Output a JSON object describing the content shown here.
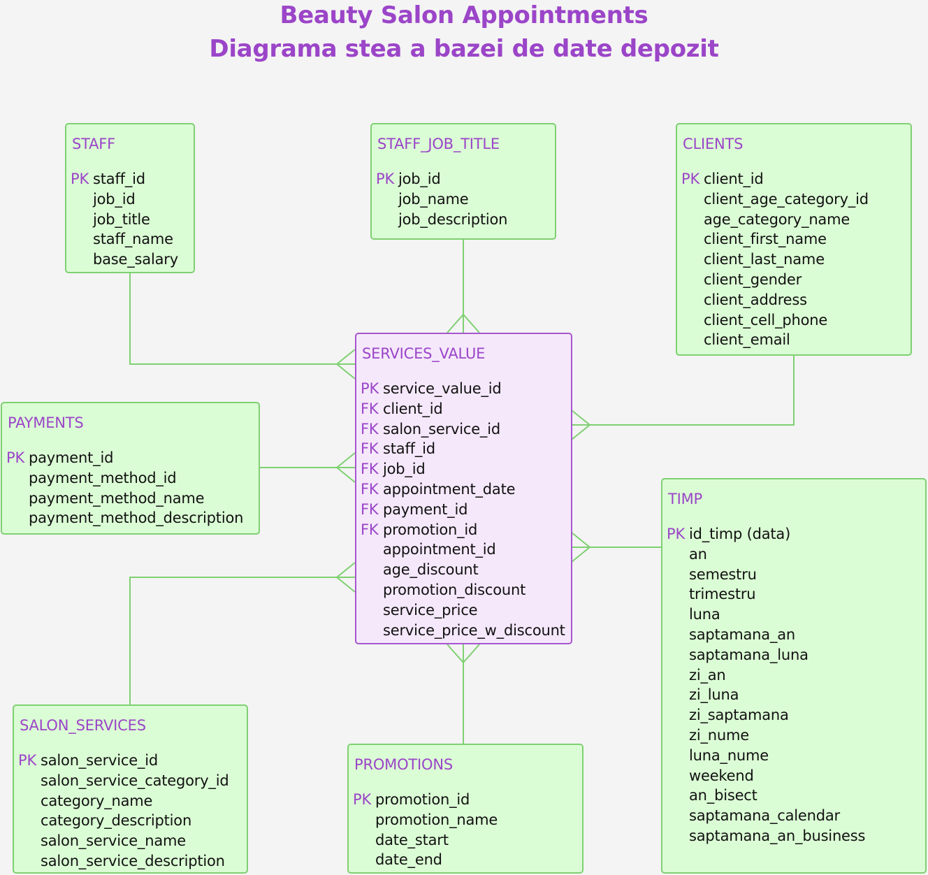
{
  "title_line1": "Beauty Salon Appointments",
  "title_line2": "Diagrama stea a bazei de date depozit",
  "colors": {
    "title": "#9b45c8",
    "dimension_fill": "#dbfdd5",
    "dimension_border": "#7fd072",
    "fact_fill": "#f5e8fb",
    "fact_border": "#a756cf",
    "connector": "#7fd072"
  },
  "entities": {
    "staff": {
      "name": "STAFF",
      "fields": [
        {
          "key": "PK",
          "name": "staff_id"
        },
        {
          "key": "",
          "name": "job_id"
        },
        {
          "key": "",
          "name": "job_title"
        },
        {
          "key": "",
          "name": "staff_name"
        },
        {
          "key": "",
          "name": "base_salary"
        }
      ]
    },
    "staff_job_title": {
      "name": "STAFF_JOB_TITLE",
      "fields": [
        {
          "key": "PK",
          "name": "job_id"
        },
        {
          "key": "",
          "name": "job_name"
        },
        {
          "key": "",
          "name": "job_description"
        }
      ]
    },
    "clients": {
      "name": "CLIENTS",
      "fields": [
        {
          "key": "PK",
          "name": "client_id"
        },
        {
          "key": "",
          "name": "client_age_category_id"
        },
        {
          "key": "",
          "name": "age_category_name"
        },
        {
          "key": "",
          "name": "client_first_name"
        },
        {
          "key": "",
          "name": "client_last_name"
        },
        {
          "key": "",
          "name": "client_gender"
        },
        {
          "key": "",
          "name": "client_address"
        },
        {
          "key": "",
          "name": "client_cell_phone"
        },
        {
          "key": "",
          "name": "client_email"
        }
      ]
    },
    "services_value": {
      "name": "SERVICES_VALUE",
      "fields": [
        {
          "key": "PK",
          "name": "service_value_id"
        },
        {
          "key": "FK",
          "name": "client_id"
        },
        {
          "key": "FK",
          "name": "salon_service_id"
        },
        {
          "key": "FK",
          "name": "staff_id"
        },
        {
          "key": "FK",
          "name": "job_id"
        },
        {
          "key": "FK",
          "name": "appointment_date"
        },
        {
          "key": "FK",
          "name": "payment_id"
        },
        {
          "key": "FK",
          "name": "promotion_id"
        },
        {
          "key": "",
          "name": "appointment_id"
        },
        {
          "key": "",
          "name": "age_discount"
        },
        {
          "key": "",
          "name": "promotion_discount"
        },
        {
          "key": "",
          "name": "service_price"
        },
        {
          "key": "",
          "name": "service_price_w_discount"
        }
      ]
    },
    "payments": {
      "name": "PAYMENTS",
      "fields": [
        {
          "key": "PK",
          "name": "payment_id"
        },
        {
          "key": "",
          "name": "payment_method_id"
        },
        {
          "key": "",
          "name": "payment_method_name"
        },
        {
          "key": "",
          "name": "payment_method_description"
        }
      ]
    },
    "timp": {
      "name": "TIMP",
      "fields": [
        {
          "key": "PK",
          "name": "id_timp (data)"
        },
        {
          "key": "",
          "name": "an"
        },
        {
          "key": "",
          "name": "semestru"
        },
        {
          "key": "",
          "name": "trimestru"
        },
        {
          "key": "",
          "name": "luna"
        },
        {
          "key": "",
          "name": "saptamana_an"
        },
        {
          "key": "",
          "name": "saptamana_luna"
        },
        {
          "key": "",
          "name": "zi_an"
        },
        {
          "key": "",
          "name": "zi_luna"
        },
        {
          "key": "",
          "name": "zi_saptamana"
        },
        {
          "key": "",
          "name": "zi_nume"
        },
        {
          "key": "",
          "name": "luna_nume"
        },
        {
          "key": "",
          "name": "weekend"
        },
        {
          "key": "",
          "name": "an_bisect"
        },
        {
          "key": "",
          "name": "saptamana_calendar"
        },
        {
          "key": "",
          "name": "saptamana_an_business"
        }
      ]
    },
    "salon_services": {
      "name": "SALON_SERVICES",
      "fields": [
        {
          "key": "PK",
          "name": "salon_service_id"
        },
        {
          "key": "",
          "name": "salon_service_category_id"
        },
        {
          "key": "",
          "name": "category_name"
        },
        {
          "key": "",
          "name": "category_description"
        },
        {
          "key": "",
          "name": "salon_service_name"
        },
        {
          "key": "",
          "name": "salon_service_description"
        }
      ]
    },
    "promotions": {
      "name": "PROMOTIONS",
      "fields": [
        {
          "key": "PK",
          "name": "promotion_id"
        },
        {
          "key": "",
          "name": "promotion_name"
        },
        {
          "key": "",
          "name": "date_start"
        },
        {
          "key": "",
          "name": "date_end"
        }
      ]
    }
  },
  "relationships": [
    {
      "from": "staff",
      "to": "services_value",
      "cardinality": "one-to-many"
    },
    {
      "from": "staff_job_title",
      "to": "services_value",
      "cardinality": "one-to-many"
    },
    {
      "from": "clients",
      "to": "services_value",
      "cardinality": "one-to-many"
    },
    {
      "from": "payments",
      "to": "services_value",
      "cardinality": "one-to-many"
    },
    {
      "from": "timp",
      "to": "services_value",
      "cardinality": "one-to-many"
    },
    {
      "from": "salon_services",
      "to": "services_value",
      "cardinality": "one-to-many"
    },
    {
      "from": "promotions",
      "to": "services_value",
      "cardinality": "one-to-many"
    }
  ]
}
